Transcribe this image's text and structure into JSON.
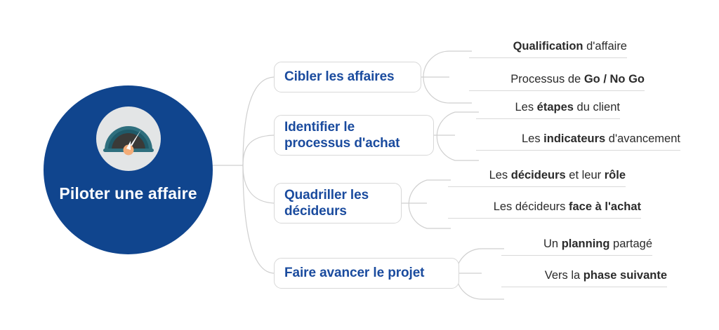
{
  "diagram": {
    "type": "mind-map",
    "title_center": "Piloter une affaire",
    "center_icon": "gauge-icon",
    "accent_color": "#10458E",
    "branch_text_color": "#1A4B9E",
    "leaf_text_color": "#2b2b2b",
    "connector_color": "#cfcfcf",
    "background": "#ffffff"
  },
  "center": {
    "line1": "Piloter une",
    "line2": "affaire"
  },
  "branches": [
    {
      "id": "cibler",
      "lines": [
        "Cibler les affaires"
      ],
      "leaves": [
        {
          "pre": "",
          "bold": "Qualification",
          "post": " d'affaire"
        },
        {
          "pre": "Processus de ",
          "bold": "Go / No Go",
          "post": ""
        }
      ]
    },
    {
      "id": "identifier",
      "lines": [
        "Identifier le",
        "processus d'achat"
      ],
      "leaves": [
        {
          "pre": "Les ",
          "bold": "étapes",
          "post": " du client"
        },
        {
          "pre": "Les ",
          "bold": "indicateurs",
          "post": " d'avancement"
        }
      ]
    },
    {
      "id": "quadriller",
      "lines": [
        "Quadriller les",
        "décideurs"
      ],
      "leaves": [
        {
          "pre": "Les ",
          "bold": "décideurs",
          "post": " et leur ",
          "bold2": "rôle"
        },
        {
          "pre": "Les décideurs ",
          "bold": "face à l'achat",
          "post": ""
        }
      ]
    },
    {
      "id": "faire-avancer",
      "lines": [
        "Faire avancer le projet"
      ],
      "leaves": [
        {
          "pre": "Un ",
          "bold": "planning",
          "post": " partagé"
        },
        {
          "pre": "Vers la ",
          "bold": "phase suivante",
          "post": ""
        }
      ]
    }
  ]
}
